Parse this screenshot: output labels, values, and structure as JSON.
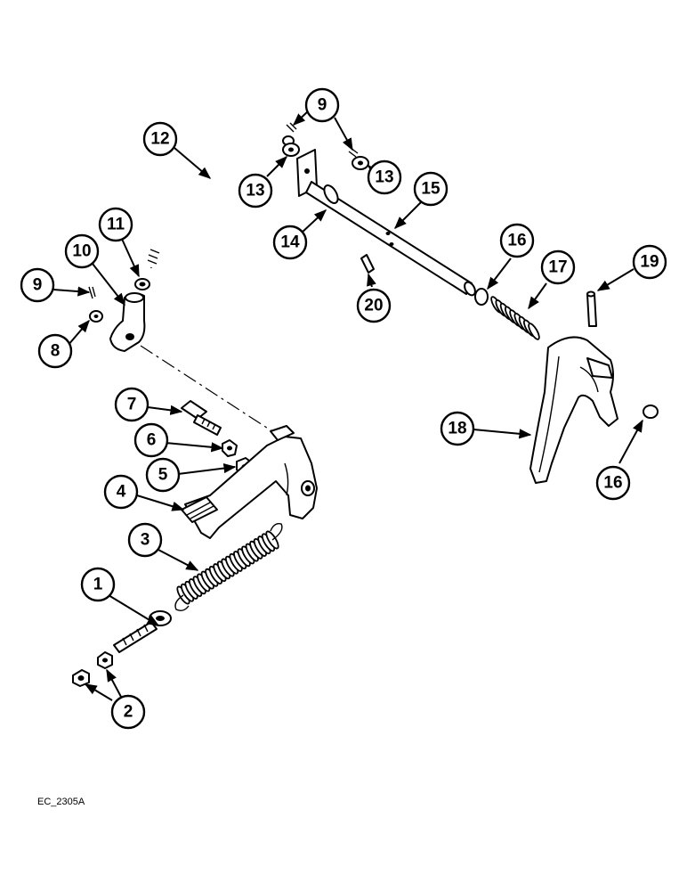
{
  "diagram": {
    "reference_code": "EC_2305A",
    "callouts": [
      {
        "id": "c1",
        "label": "1"
      },
      {
        "id": "c2",
        "label": "2"
      },
      {
        "id": "c3",
        "label": "3"
      },
      {
        "id": "c4",
        "label": "4"
      },
      {
        "id": "c5",
        "label": "5"
      },
      {
        "id": "c6",
        "label": "6"
      },
      {
        "id": "c7",
        "label": "7"
      },
      {
        "id": "c8",
        "label": "8"
      },
      {
        "id": "c9a",
        "label": "9"
      },
      {
        "id": "c9b",
        "label": "9"
      },
      {
        "id": "c10",
        "label": "10"
      },
      {
        "id": "c11",
        "label": "11"
      },
      {
        "id": "c12",
        "label": "12"
      },
      {
        "id": "c13a",
        "label": "13"
      },
      {
        "id": "c13b",
        "label": "13"
      },
      {
        "id": "c14",
        "label": "14"
      },
      {
        "id": "c15",
        "label": "15"
      },
      {
        "id": "c16a",
        "label": "16"
      },
      {
        "id": "c16b",
        "label": "16"
      },
      {
        "id": "c17",
        "label": "17"
      },
      {
        "id": "c18",
        "label": "18"
      },
      {
        "id": "c19",
        "label": "19"
      },
      {
        "id": "c20",
        "label": "20"
      }
    ]
  }
}
